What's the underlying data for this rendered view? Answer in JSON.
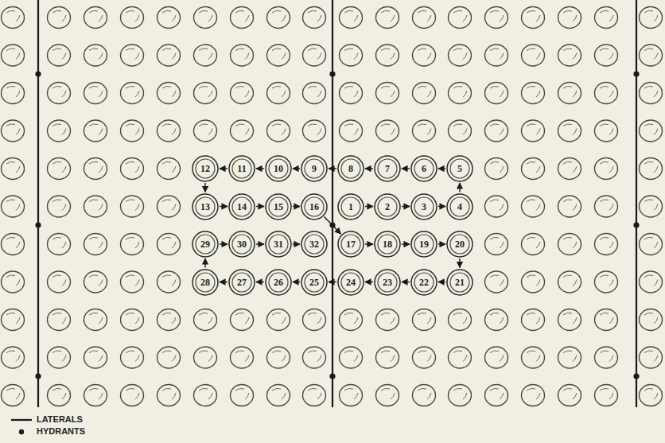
{
  "diagram": {
    "nodes": [
      {
        "text": [
          "12"
        ]
      },
      {
        "text": [
          "11"
        ]
      },
      {
        "text": [
          "10"
        ]
      },
      {
        "text": [
          "9"
        ]
      },
      {
        "text": [
          "8"
        ]
      },
      {
        "text": [
          "7"
        ]
      },
      {
        "text": [
          "6"
        ]
      },
      {
        "text": [
          "5"
        ]
      },
      {
        "text": [
          "13"
        ]
      },
      {
        "text": [
          "14"
        ]
      },
      {
        "text": [
          "15"
        ]
      },
      {
        "text": [
          "16"
        ]
      },
      {
        "text": [
          "1"
        ]
      },
      {
        "text": [
          "2"
        ]
      },
      {
        "text": [
          "3"
        ]
      },
      {
        "text": [
          "4"
        ]
      },
      {
        "text": [
          "29"
        ]
      },
      {
        "text": [
          "30"
        ]
      },
      {
        "text": [
          "31"
        ]
      },
      {
        "text": [
          "32"
        ]
      },
      {
        "text": [
          "17"
        ]
      },
      {
        "text": [
          "18"
        ]
      },
      {
        "text": [
          "19"
        ]
      },
      {
        "text": [
          "20"
        ]
      },
      {
        "text": [
          "28"
        ]
      },
      {
        "text": [
          "27"
        ]
      },
      {
        "text": [
          "26"
        ]
      },
      {
        "text": [
          "25"
        ]
      },
      {
        "text": [
          "24"
        ]
      },
      {
        "text": [
          "23"
        ]
      },
      {
        "text": [
          "22"
        ]
      },
      {
        "text": [
          "21"
        ]
      }
    ],
    "edges": [
      {
        "from": 12,
        "to": 13,
        "arrow": "to"
      },
      {
        "from": 13,
        "to": 14,
        "arrow": "to"
      },
      {
        "from": 14,
        "to": 15,
        "arrow": "to"
      },
      {
        "from": 15,
        "to": 7,
        "arrow": "to"
      },
      {
        "from": 7,
        "to": 6,
        "arrow": "to"
      },
      {
        "from": 6,
        "to": 5,
        "arrow": "to"
      },
      {
        "from": 5,
        "to": 4,
        "arrow": "to"
      },
      {
        "from": 4,
        "to": 3,
        "arrow": "to"
      },
      {
        "from": 3,
        "to": 2,
        "arrow": "to"
      },
      {
        "from": 2,
        "to": 1,
        "arrow": "to"
      },
      {
        "from": 1,
        "to": 0,
        "arrow": "to"
      },
      {
        "from": 0,
        "to": 8,
        "arrow": "to"
      },
      {
        "from": 8,
        "to": 9,
        "arrow": "to"
      },
      {
        "from": 9,
        "to": 10,
        "arrow": "to"
      },
      {
        "from": 10,
        "to": 11,
        "arrow": "to"
      },
      {
        "from": 11,
        "to": 20,
        "arrow": "to"
      },
      {
        "from": 20,
        "to": 21,
        "arrow": "to"
      },
      {
        "from": 21,
        "to": 22,
        "arrow": "to"
      },
      {
        "from": 22,
        "to": 23,
        "arrow": "to"
      },
      {
        "from": 23,
        "to": 31,
        "arrow": "to"
      },
      {
        "from": 31,
        "to": 30,
        "arrow": "to"
      },
      {
        "from": 30,
        "to": 29,
        "arrow": "to"
      },
      {
        "from": 29,
        "to": 28,
        "arrow": "to"
      },
      {
        "from": 28,
        "to": 27,
        "arrow": "to"
      },
      {
        "from": 27,
        "to": 26,
        "arrow": "to"
      },
      {
        "from": 26,
        "to": 25,
        "arrow": "to"
      },
      {
        "from": 25,
        "to": 24,
        "arrow": "to"
      },
      {
        "from": 24,
        "to": 16,
        "arrow": "to"
      },
      {
        "from": 16,
        "to": 17,
        "arrow": "to"
      },
      {
        "from": 17,
        "to": 18,
        "arrow": "to"
      },
      {
        "from": 18,
        "to": 19,
        "arrow": "to"
      }
    ],
    "legend": [
      {
        "text": "LATERALS"
      },
      {
        "text": "HYDRANTS"
      }
    ]
  }
}
